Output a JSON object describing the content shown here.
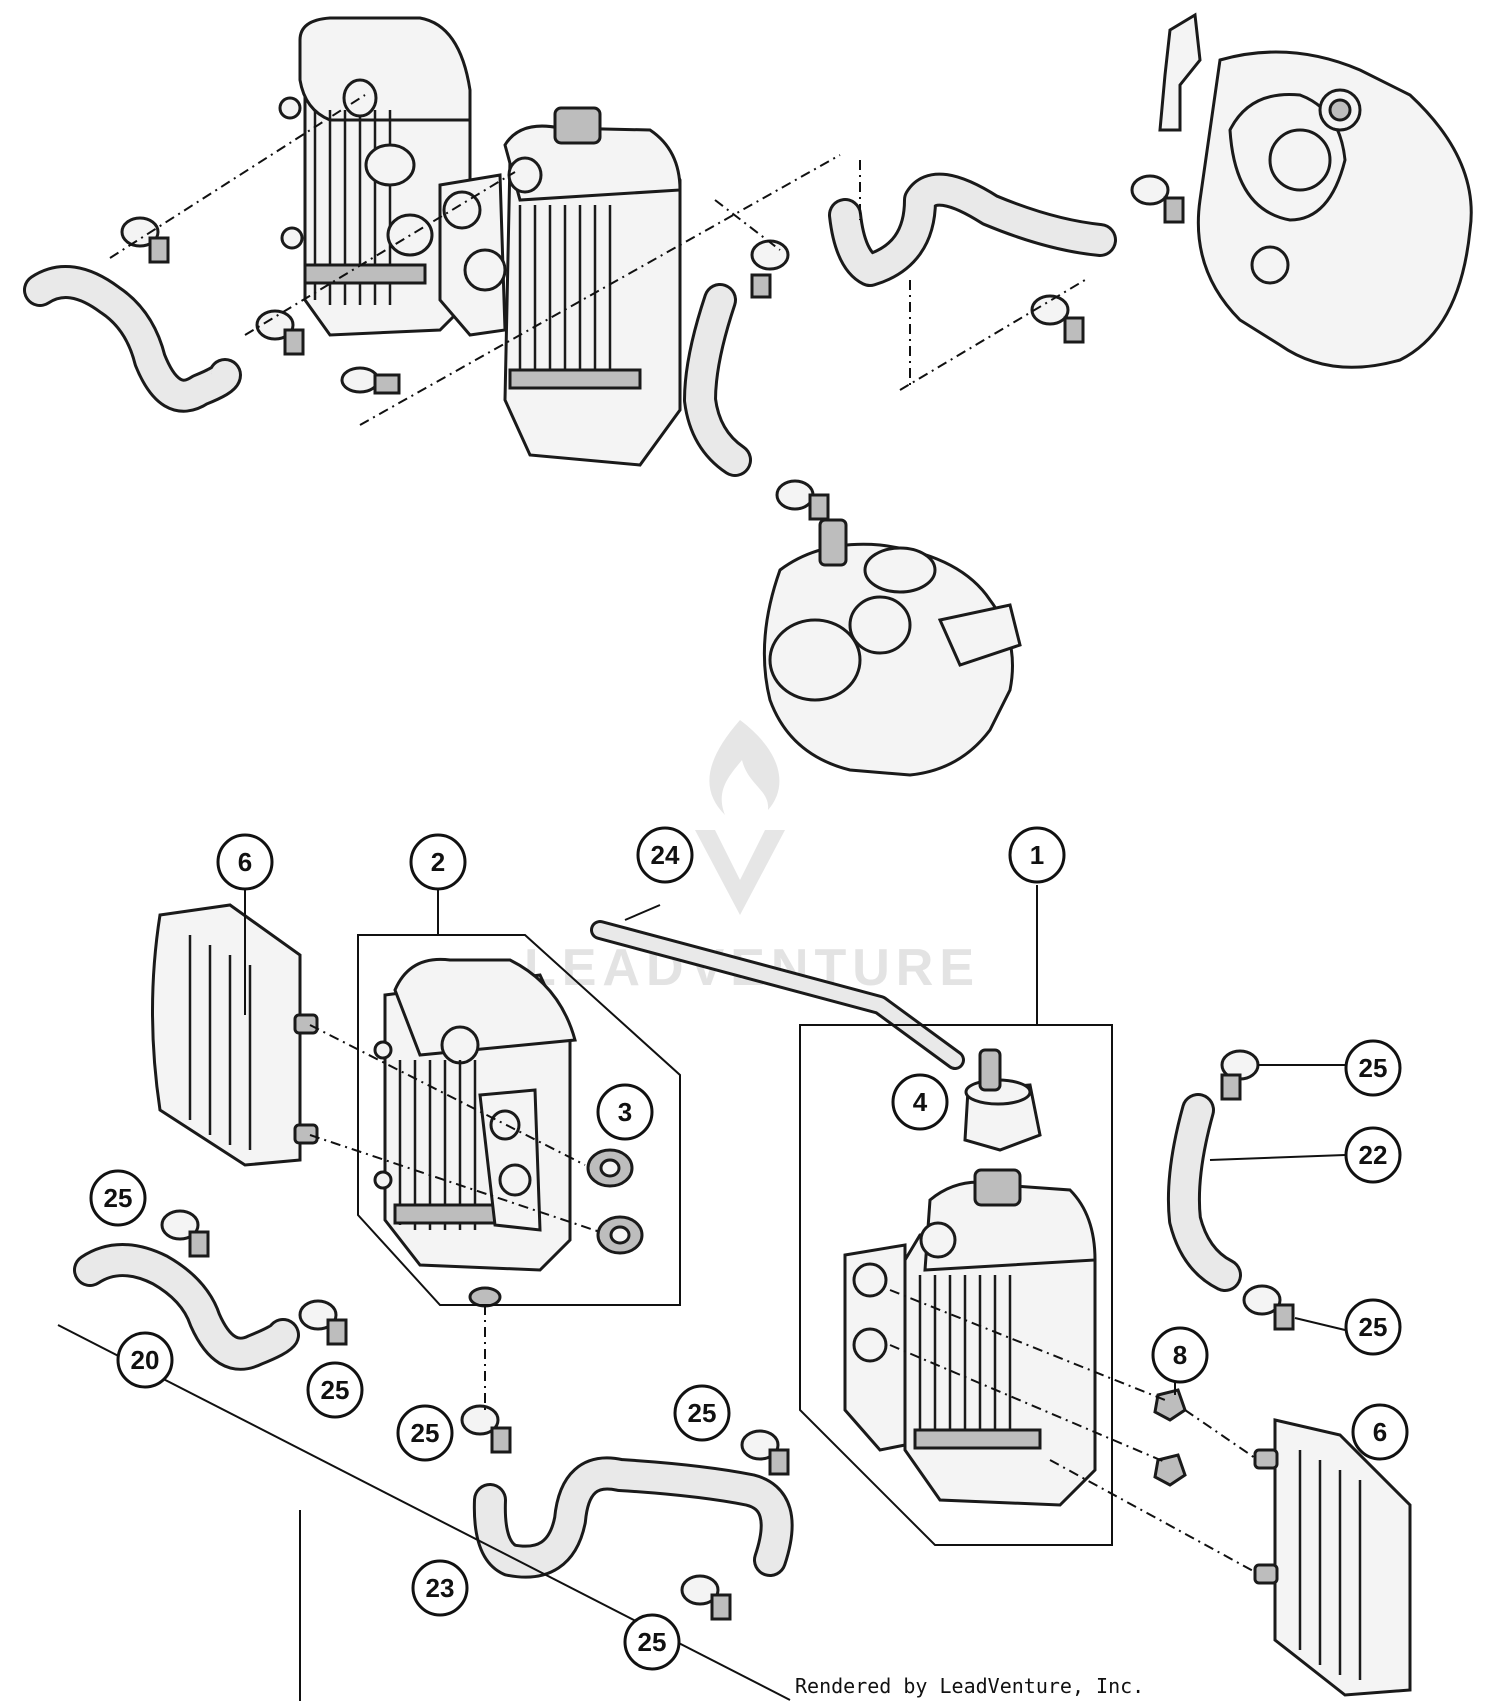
{
  "watermark": {
    "text": "LEADVENTURE"
  },
  "credit": {
    "text": "Rendered by LeadVenture, Inc."
  },
  "callouts": [
    {
      "id": "6",
      "label": "6"
    },
    {
      "id": "2",
      "label": "2"
    },
    {
      "id": "24",
      "label": "24"
    },
    {
      "id": "1",
      "label": "1"
    },
    {
      "id": "3",
      "label": "3"
    },
    {
      "id": "4",
      "label": "4"
    },
    {
      "id": "25",
      "label": "25"
    },
    {
      "id": "22",
      "label": "22"
    },
    {
      "id": "8",
      "label": "8"
    },
    {
      "id": "20",
      "label": "20"
    },
    {
      "id": "23",
      "label": "23"
    }
  ]
}
